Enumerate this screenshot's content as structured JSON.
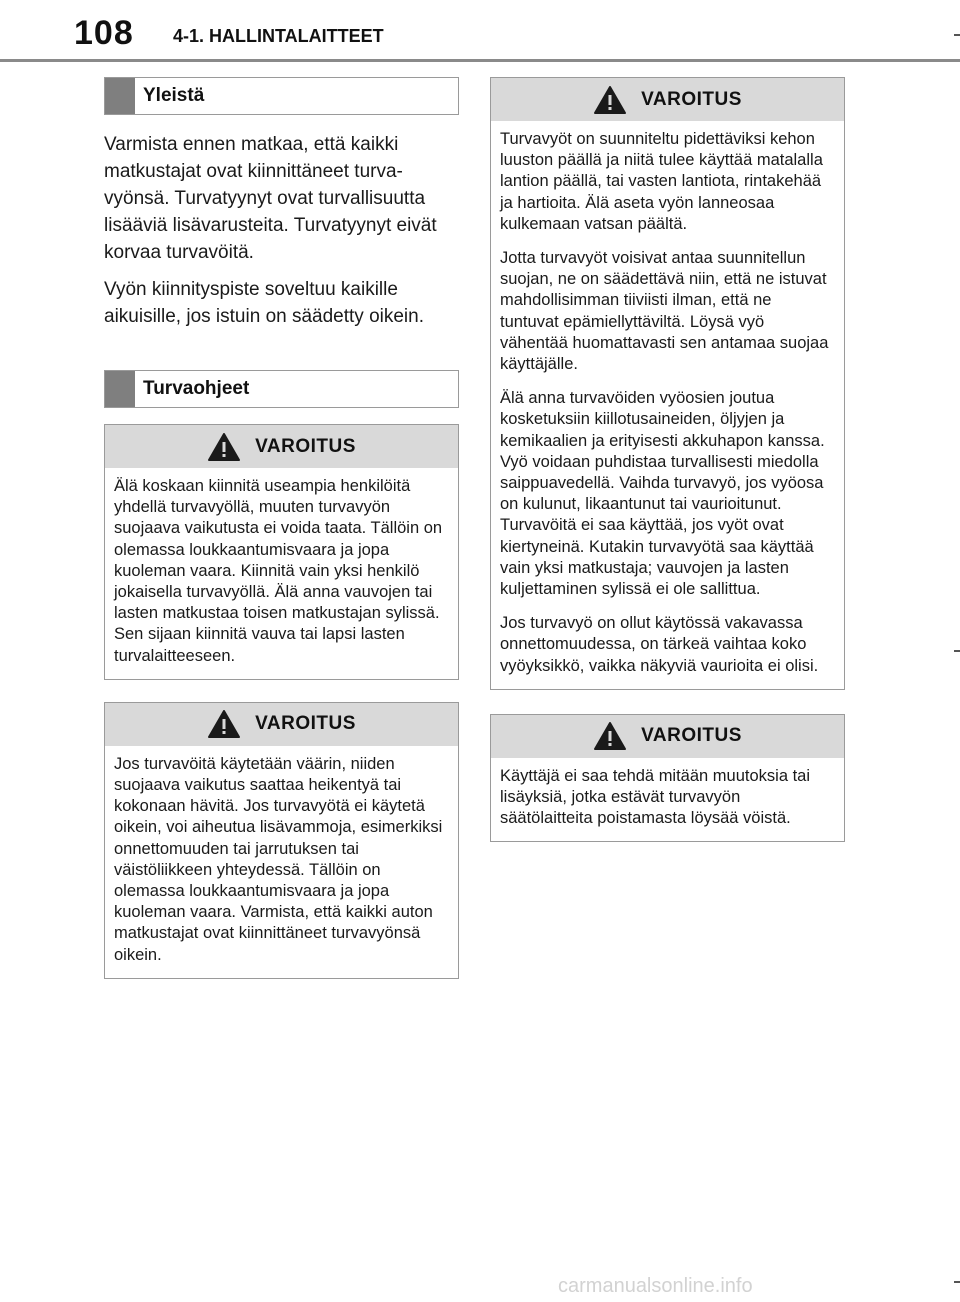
{
  "header": {
    "page_number": "108",
    "section": "4-1. HALLINTALAITTEET"
  },
  "left": {
    "yleista": {
      "heading": "Yleistä",
      "paragraphs": [
        "Varmista ennen matkaa, että kaikki matkustajat ovat kiinnittäneet turva­vyönsä. Turvatyynyt ovat turvalli­suutta lisääviä lisävarusteita. Turva­tyynyt eivät korvaa turvavöitä.",
        "Vyön kiinnityspiste soveltuu kaikille aikuisille, jos istuin on säädetty oi­kein."
      ]
    },
    "turvaohjeet": {
      "heading": "Turvaohjeet"
    },
    "warning1": {
      "title": "VAROITUS",
      "paragraphs": [
        "Älä koskaan kiinnitä useampia henki­löitä yhdellä turvavyöllä, muuten tur­vavyön suojaava vaikutusta ei voida taata. Tällöin on olemassa loukkaan­tumisvaara ja jopa kuoleman vaara. Kiinnitä vain yksi henkilö jokaisella turvavyöllä. Älä anna vauvojen tai las­ten matkustaa toisen matkustajan sy­lissä. Sen sijaan kiinnitä vauva tai lap­si lasten turvalaitteeseen."
      ]
    },
    "warning2": {
      "title": "VAROITUS",
      "paragraphs": [
        "Jos turvavöitä käytetään väärin, nii­den suojaava vaikutus saattaa hei­kentyä tai kokonaan hävitä. Jos turva­vyötä ei käytetä oikein, voi aiheutua li­sävammoja, esimerkiksi onnettomuu­den tai jarrutuksen tai väistöliikkeen yhteydessä. Tällöin on olemassa loukkaantumisvaara ja jopa kuoleman vaara. Varmista, että kaikki auton matkustajat ovat kiinnittäneet turva­vyönsä oikein."
      ]
    }
  },
  "right": {
    "warning3": {
      "title": "VAROITUS",
      "paragraphs": [
        "Turvavyöt on suunniteltu pidettäviksi kehon luuston päällä ja niitä tulee käyttää matalalla lantion päällä, tai vasten lantiota, rintakehää ja hartioita. Älä aseta vyön lanneosaa kulkemaan vatsan päältä.",
        "Jotta turvavyöt voisivat antaa suunni­tellun suojan, ne on säädettävä niin, että ne istuvat mahdollisimman tiiviisti ilman, että ne tuntuvat epämiellyttävil­tä. Löysä vyö vähentää huomattavasti sen antamaa suojaa käyttäjälle.",
        "Älä anna turvavöiden vyöosien jou­tua kosketuksiin kiillotusaineiden, öl­jyjen ja kemikaalien ja erityisesti ak­kuhapon kanssa. Vyö voidaan puh­distaa turvallisesti miedolla saippua­vedellä. Vaihda turvavyö, jos vyöosa on kulunut, likaantunut tai vaurioitu­nut. Turvavöitä ei saa käyttää, jos vyöt ovat kiertyneinä. Kutakin turva­vyötä saa käyttää vain yksi matkusta­ja; vauvojen ja lasten kuljettaminen sylissä ei ole sallittua.",
        "Jos turvavyö on ollut käytössä vaka­vassa onnettomuudessa, on tärkeä vaihtaa koko vyöyksikkö, vaikka näky­viä vaurioita ei olisi."
      ]
    },
    "warning4": {
      "title": "VAROITUS",
      "paragraphs": [
        "Käyttäjä ei saa tehdä mitään muutok­sia tai lisäyksiä, jotka estävät turva­vyön säätölaitteita poistamasta löysää vöistä."
      ]
    }
  },
  "footer": {
    "watermark": "carmanualsonline.info"
  },
  "icons": {
    "warning": "warning-triangle-icon"
  },
  "colors": {
    "heading_bar": "#7f7f7f",
    "warning_header": "#d9d9d9",
    "border": "#9a9a9a"
  }
}
